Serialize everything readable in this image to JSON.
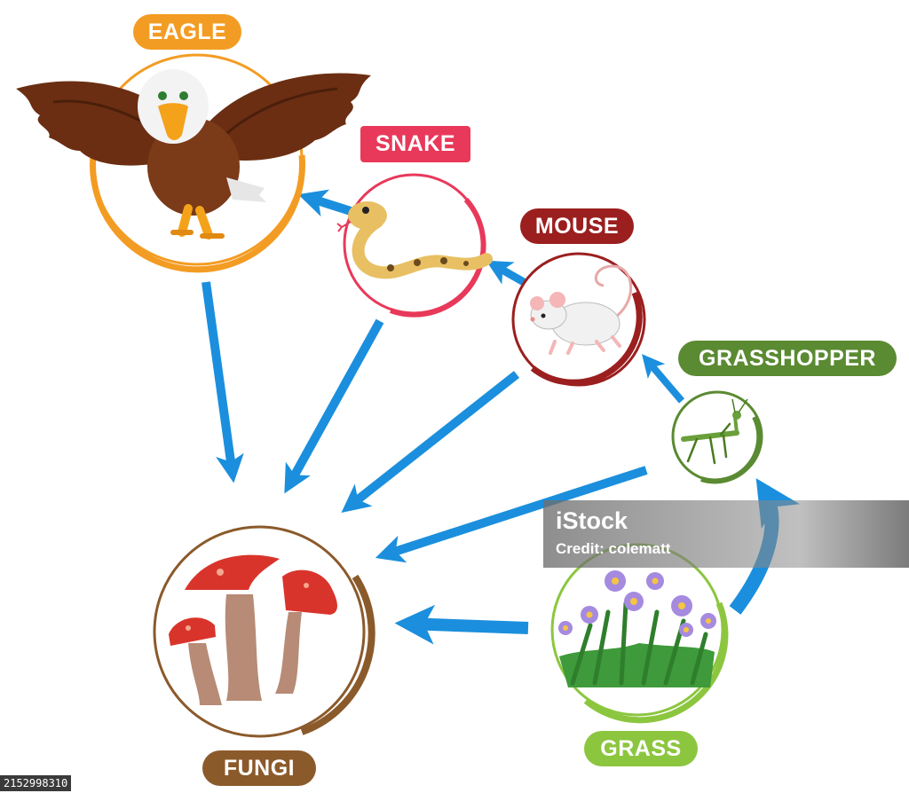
{
  "nodes": {
    "eagle": {
      "label": "EAGLE",
      "color": "#f39c23",
      "icon": "eagle-icon"
    },
    "snake": {
      "label": "SNAKE",
      "color": "#e8395a",
      "icon": "snake-icon"
    },
    "mouse": {
      "label": "MOUSE",
      "color": "#9b1f1f",
      "icon": "mouse-icon"
    },
    "grasshopper": {
      "label": "GRASSHOPPER",
      "color": "#5a8a32",
      "icon": "grasshopper-icon"
    },
    "grass": {
      "label": "GRASS",
      "color": "#8cc63f",
      "icon": "grass-flowers-icon"
    },
    "fungi": {
      "label": "FUNGI",
      "color": "#8b5a2b",
      "icon": "mushrooms-icon"
    }
  },
  "edges": [
    {
      "from": "Snake",
      "to": "Eagle"
    },
    {
      "from": "Mouse",
      "to": "Snake"
    },
    {
      "from": "Grasshopper",
      "to": "Mouse"
    },
    {
      "from": "Grass",
      "to": "Grasshopper"
    },
    {
      "from": "Eagle",
      "to": "Fungi"
    },
    {
      "from": "Snake",
      "to": "Fungi"
    },
    {
      "from": "Mouse",
      "to": "Fungi"
    },
    {
      "from": "Grasshopper",
      "to": "Fungi"
    },
    {
      "from": "Grass",
      "to": "Fungi"
    }
  ],
  "arrow_color": "#1b8fdd",
  "watermark": {
    "logo": "iStock",
    "credit": "Credit: colematt"
  },
  "image_id": "2152998310"
}
